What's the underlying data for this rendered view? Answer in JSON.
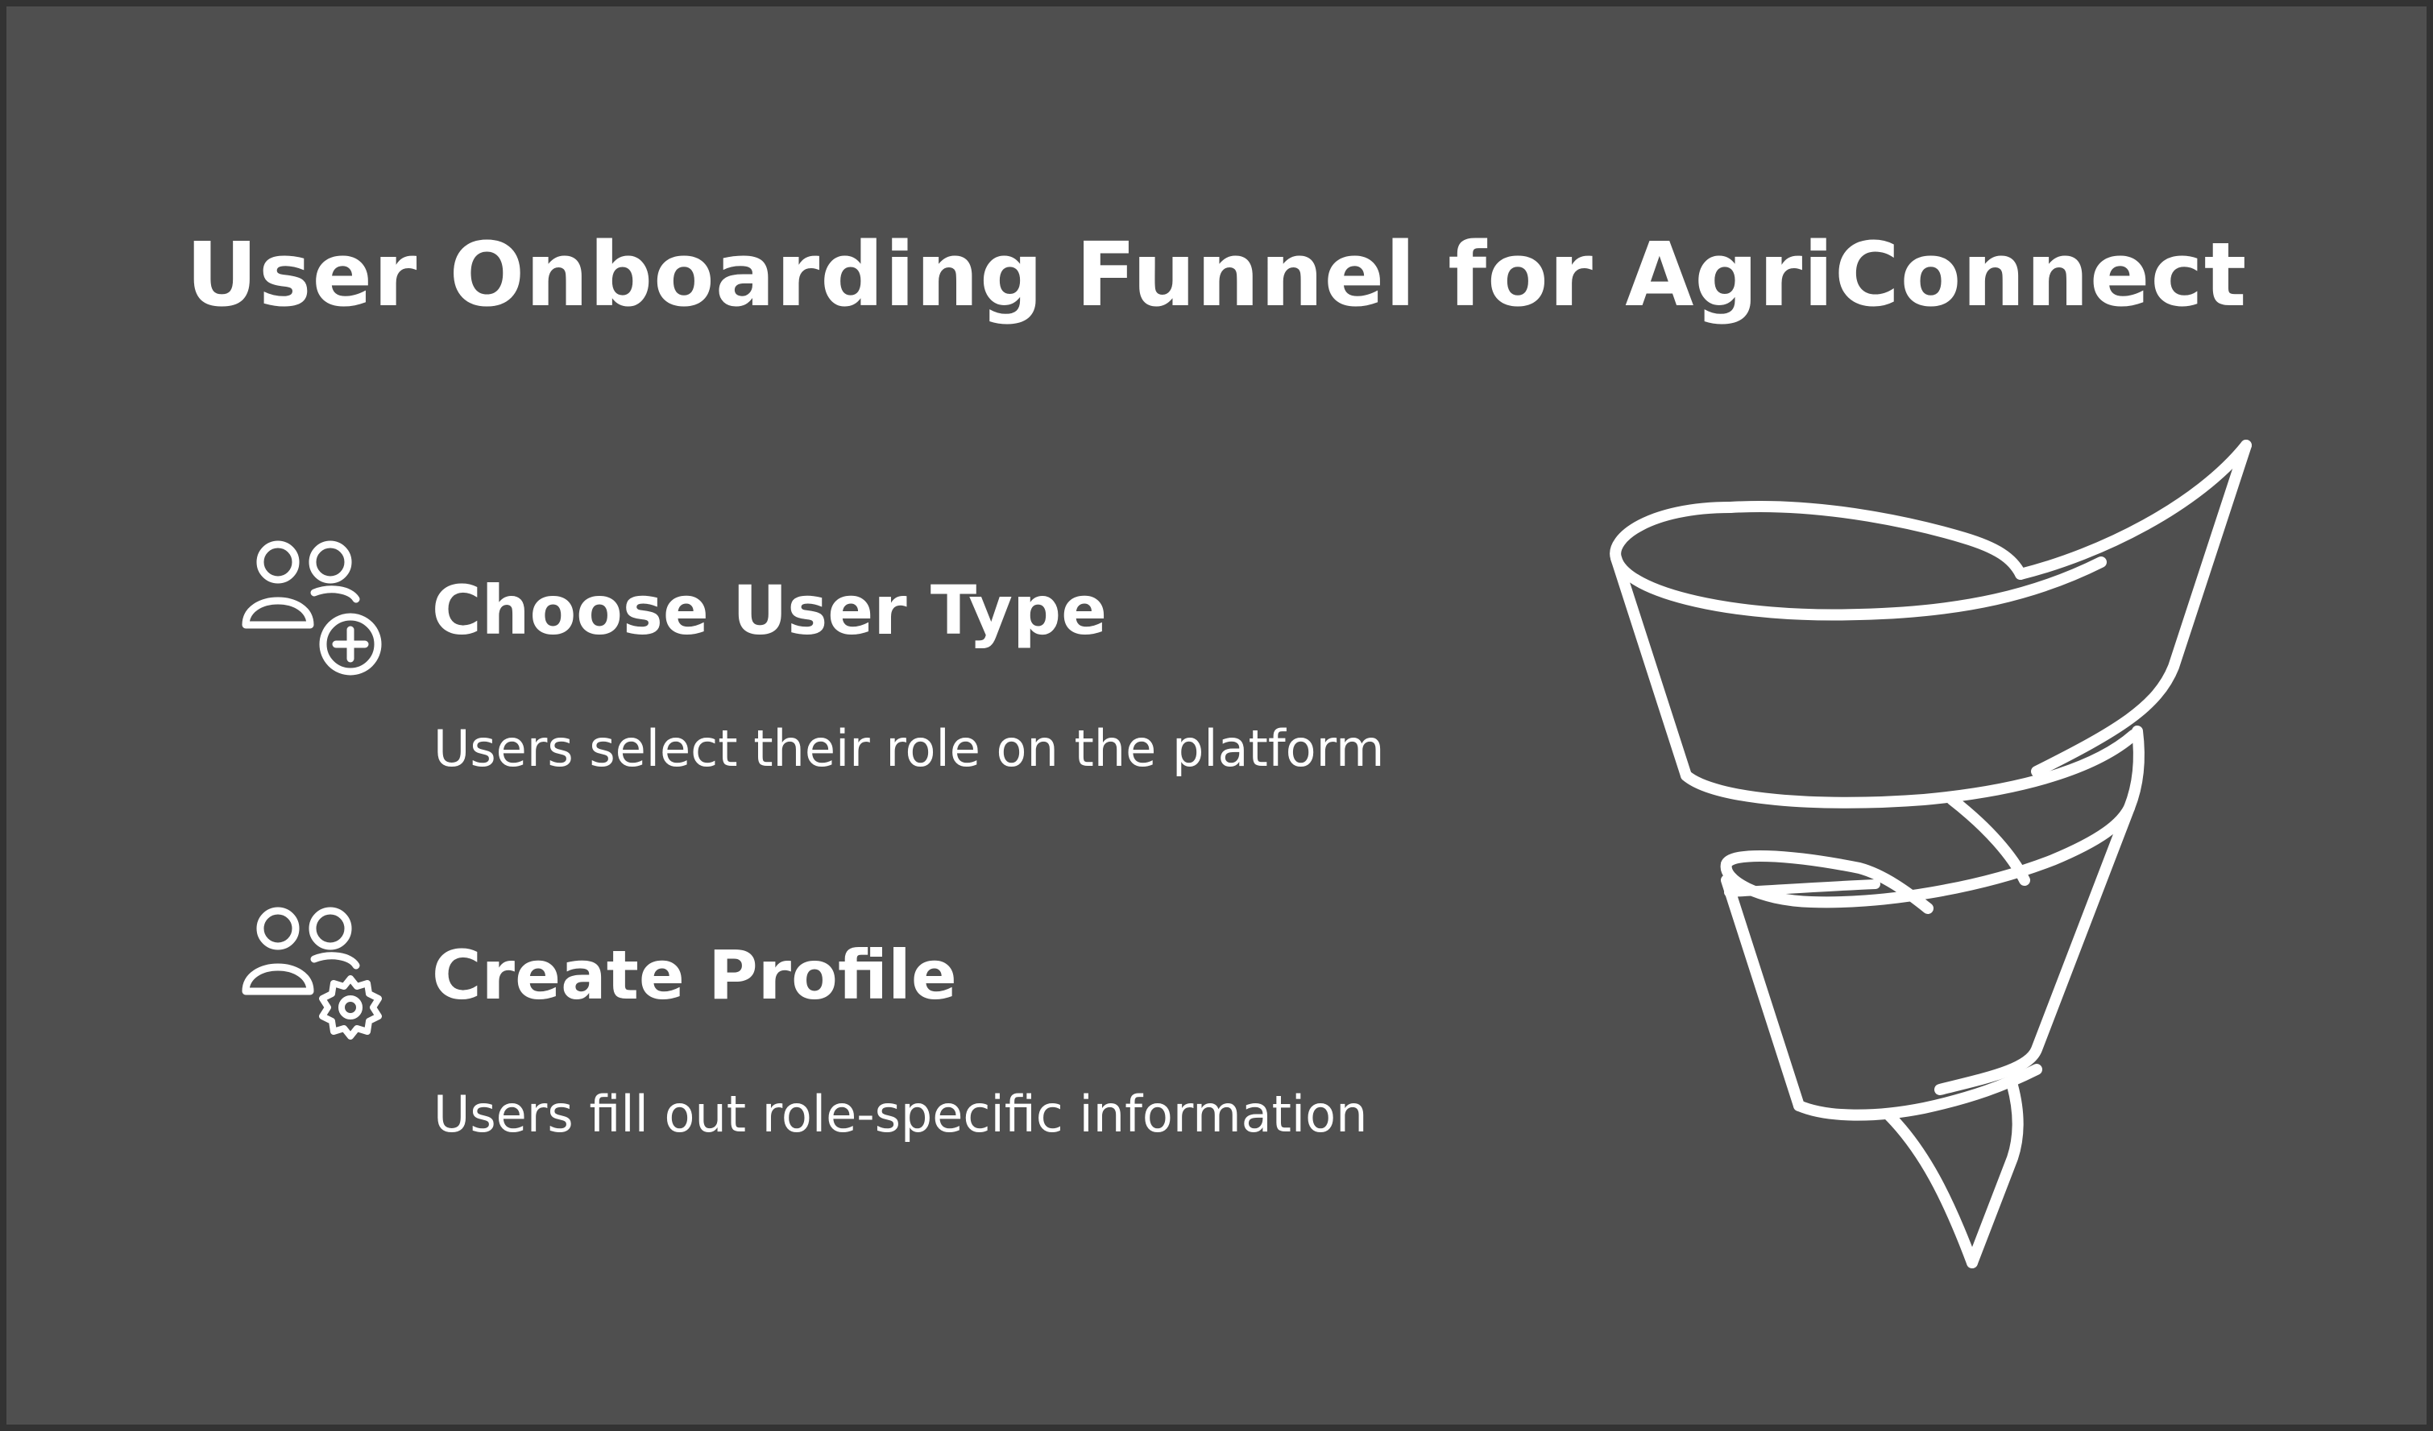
{
  "title": "User Onboarding Funnel for AgriConnect",
  "steps": [
    {
      "icon": "users-add-icon",
      "heading": "Choose User Type",
      "description": "Users select their role on the platform"
    },
    {
      "icon": "users-settings-icon",
      "heading": "Create Profile",
      "description": "Users fill out role-specific information"
    }
  ],
  "colors": {
    "background": "#4f4f4f",
    "border": "#333333",
    "foreground": "#ffffff"
  }
}
